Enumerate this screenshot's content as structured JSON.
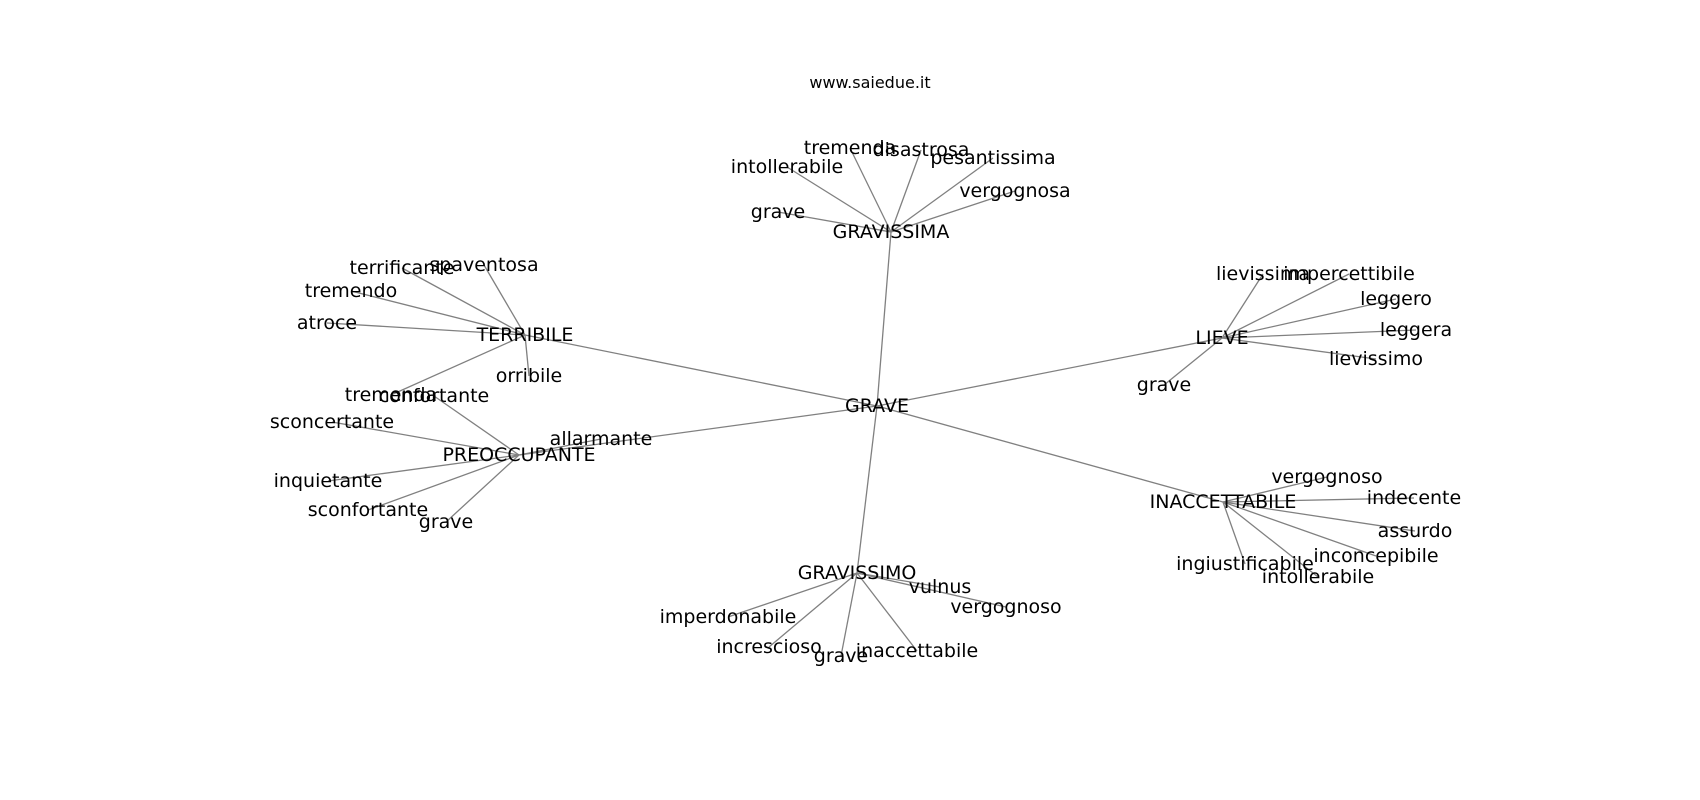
{
  "watermark": "www.saiedue.it",
  "edge_color": "#808080",
  "text_color": "#000000",
  "background": "#ffffff",
  "graph": {
    "center": "GRAVE",
    "hubs": [
      {
        "label": "GRAVISSIMA",
        "leaves": [
          "tremenda",
          "disastrosa",
          "pesantissima",
          "intollerabile",
          "vergognosa",
          "grave"
        ]
      },
      {
        "label": "TERRIBILE",
        "leaves": [
          "spaventosa",
          "terrificante",
          "tremendo",
          "atroce",
          "orribile",
          "tremenda"
        ]
      },
      {
        "label": "PREOCCUPANTE",
        "leaves": [
          "confortante",
          "sconcertante",
          "allarmante",
          "inquietante",
          "sconfortante",
          "grave"
        ]
      },
      {
        "label": "LIEVE",
        "leaves": [
          "lievissima",
          "impercettibile",
          "leggero",
          "leggera",
          "lievissimo",
          "grave"
        ]
      },
      {
        "label": "INACCETTABILE",
        "leaves": [
          "vergognoso",
          "indecente",
          "assurdo",
          "inconcepibile",
          "intollerabile",
          "ingiustificabile"
        ]
      },
      {
        "label": "GRAVISSIMO",
        "leaves": [
          "vulnus",
          "vergognoso",
          "imperdonabile",
          "increscioso",
          "grave",
          "inaccettabile"
        ]
      }
    ]
  }
}
